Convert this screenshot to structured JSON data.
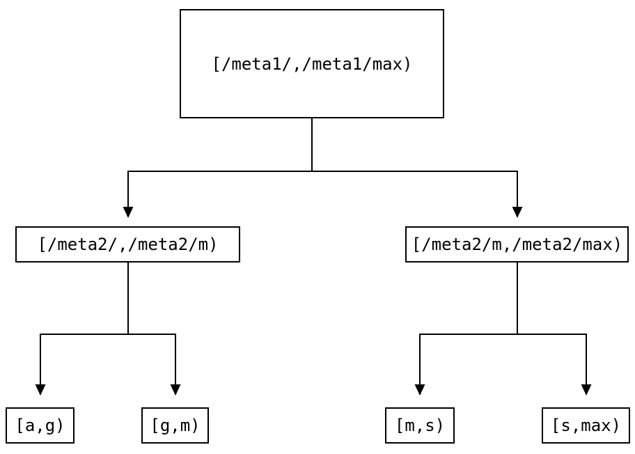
{
  "diagram": {
    "background_color": "#ffffff",
    "line_color": "#000000",
    "text_color": "#000000",
    "type": "binary-interval-partition-tree",
    "nodes": {
      "root": {
        "label": "[/meta1/,/meta1/max)"
      },
      "left_child": {
        "label": "[/meta2/,/meta2/m)"
      },
      "right_child": {
        "label": "[/meta2/m,/meta2/max)"
      },
      "leaf_ag": {
        "label": "[a,g)"
      },
      "leaf_gm": {
        "label": "[g,m)"
      },
      "leaf_ms": {
        "label": "[m,s)"
      },
      "leaf_smax": {
        "label": "[s,max)"
      }
    },
    "edges": [
      {
        "from": "root",
        "to": "left_child"
      },
      {
        "from": "root",
        "to": "right_child"
      },
      {
        "from": "left_child",
        "to": "leaf_ag"
      },
      {
        "from": "left_child",
        "to": "leaf_gm"
      },
      {
        "from": "right_child",
        "to": "leaf_ms"
      },
      {
        "from": "right_child",
        "to": "leaf_smax"
      }
    ]
  }
}
